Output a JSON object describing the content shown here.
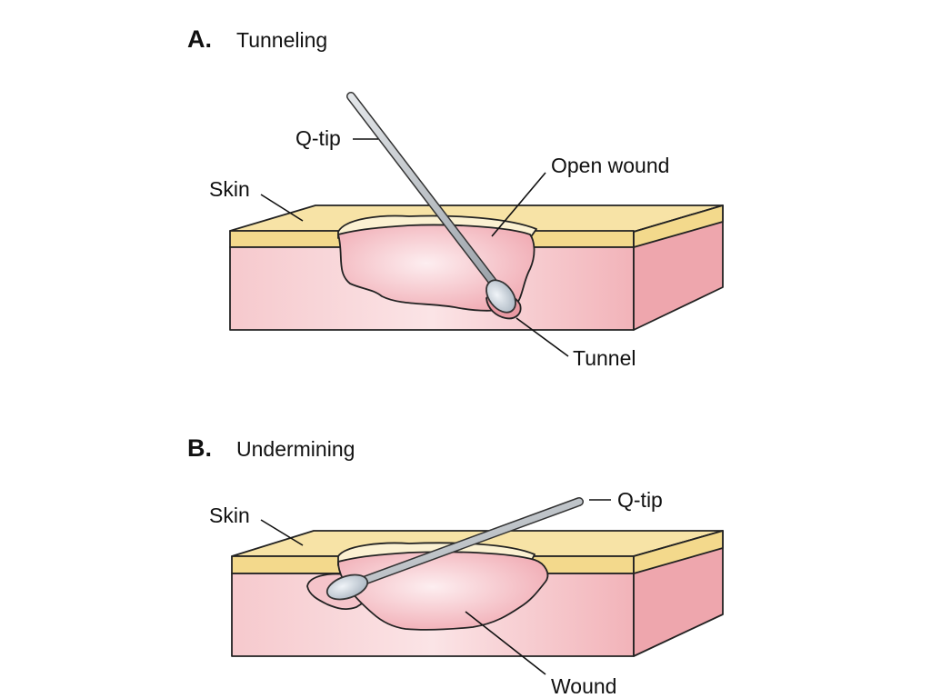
{
  "panel_a": {
    "letter": "A.",
    "title": "Tunneling",
    "labels": {
      "qtip": "Q-tip",
      "skin": "Skin",
      "open_wound": "Open wound",
      "tunnel": "Tunnel"
    }
  },
  "panel_b": {
    "letter": "B.",
    "title": "Undermining",
    "labels": {
      "qtip": "Q-tip",
      "skin": "Skin",
      "wound": "Wound"
    }
  },
  "colors": {
    "skin_layer": "#f7e3a6",
    "tissue_front": "#f2b8bd",
    "tissue_side": "#eea6ad",
    "wound_bed": "#f5c4ca",
    "qtip_stick": "#b9bec3",
    "qtip_cotton": "#c9d3dc"
  }
}
